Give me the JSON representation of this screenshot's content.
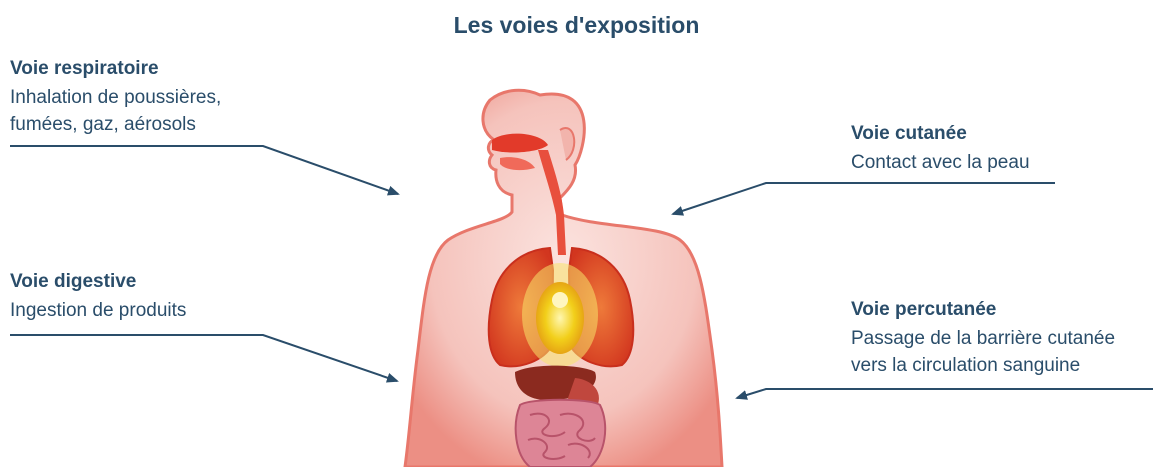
{
  "title": "Les voies d'exposition",
  "routes": {
    "respiratory": {
      "heading": "Voie respiratoire",
      "line1": "Inhalation de poussières,",
      "line2": "fumées, gaz, aérosols"
    },
    "cutaneous": {
      "heading": "Voie cutanée",
      "line1": "Contact avec la peau"
    },
    "digestive": {
      "heading": "Voie digestive",
      "line1": "Ingestion de produits"
    },
    "percutaneous": {
      "heading": "Voie percutanée",
      "line1": "Passage de la barrière cutanée",
      "line2": "vers la circulation sanguine"
    }
  },
  "colors": {
    "text": "#2a4d6a",
    "arrow": "#2a4d6a",
    "body_fill": "#f6c8c2",
    "body_edge": "#e8776b",
    "organ_red": "#e23a2a",
    "lung": "#e2542f",
    "heart_glow": "#f3d21e",
    "liver": "#8b2a1f",
    "intestine": "#d27a8a"
  }
}
